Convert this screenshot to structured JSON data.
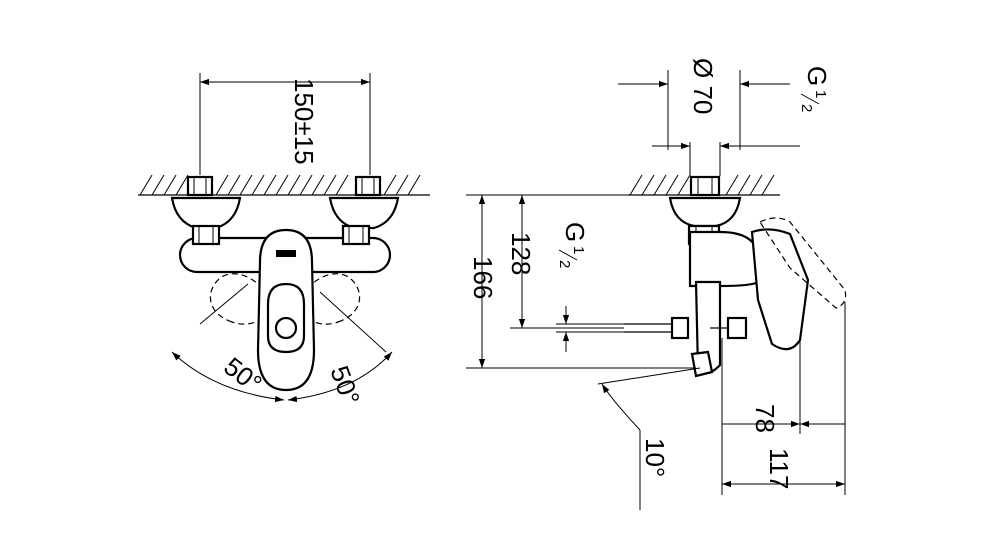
{
  "front_view": {
    "spacing_dim": "150±15",
    "left_angle": "50°",
    "right_angle": "50°"
  },
  "side_view": {
    "diameter_dim": "Ø 70",
    "thread_top": {
      "letter": "G",
      "num": "1",
      "den": "2"
    },
    "thread_outlet": {
      "letter": "G",
      "num": "1",
      "den": "2"
    },
    "height_total": "166",
    "height_outlet": "128",
    "tilt_angle": "10°",
    "depth_outlet": "78",
    "depth_total": "117"
  }
}
